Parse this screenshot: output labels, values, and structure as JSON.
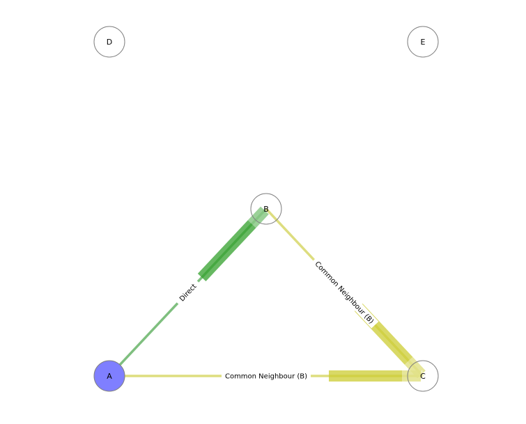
{
  "graph": {
    "nodes": [
      {
        "id": "A",
        "label": "A",
        "highlighted": true
      },
      {
        "id": "B",
        "label": "B",
        "highlighted": false
      },
      {
        "id": "C",
        "label": "C",
        "highlighted": false
      },
      {
        "id": "D",
        "label": "D",
        "highlighted": false
      },
      {
        "id": "E",
        "label": "E",
        "highlighted": false
      }
    ],
    "edges": [
      {
        "source": "A",
        "target": "B",
        "label": "Direct",
        "color": "#7fbf7f",
        "arrow_color": "#33a02c"
      },
      {
        "source": "B",
        "target": "C",
        "label": "Common Neighbour (B)",
        "color": "#dddd7f",
        "arrow_color": "#cccc33"
      },
      {
        "source": "A",
        "target": "C",
        "label": "Common Neighbour (B)",
        "color": "#dddd7f",
        "arrow_color": "#cccc33"
      }
    ],
    "colors": {
      "highlight_node_fill": "#7f7fff",
      "node_fill": "#ffffff",
      "node_stroke": "#808080"
    }
  }
}
